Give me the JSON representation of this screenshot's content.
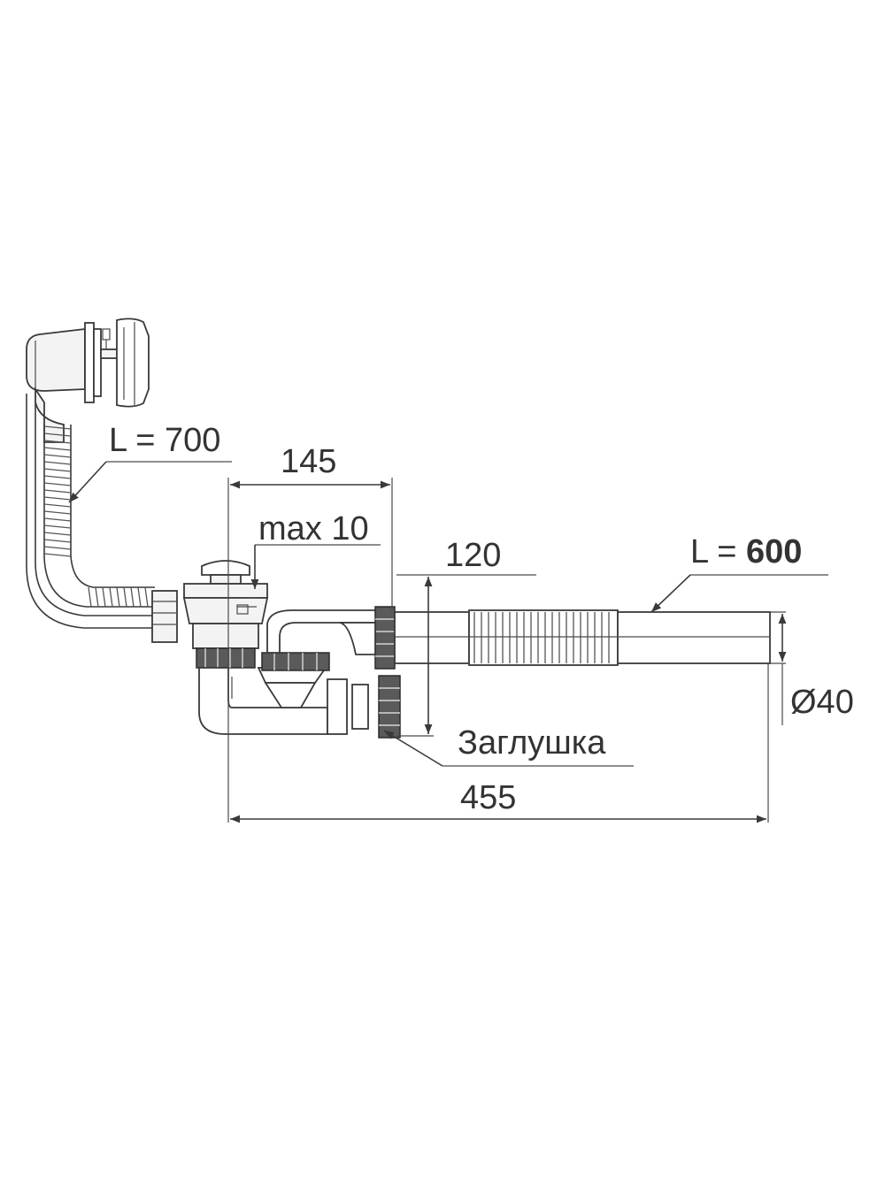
{
  "diagram": {
    "labels": {
      "overflow_hose_length": "L = 700",
      "siphon_offset": "145",
      "max_wall": "max 10",
      "height": "120",
      "drain_hose_prefix": "L = ",
      "drain_hose_value": "600",
      "diameter": "Ø40",
      "plug": "Заглушка",
      "total_length": "455"
    },
    "colors": {
      "line": "#3a3a3a",
      "text": "#333333",
      "nut": "#5a5a5a"
    }
  }
}
